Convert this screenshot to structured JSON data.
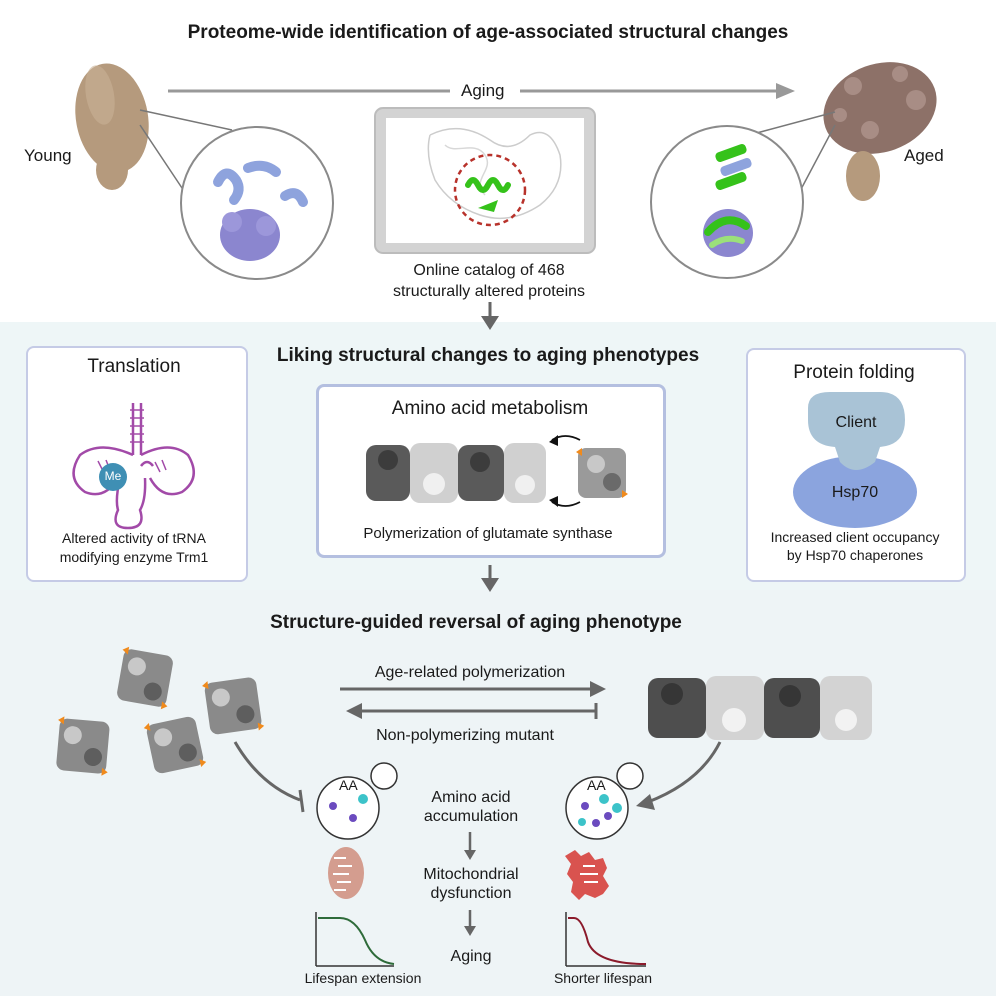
{
  "section1": {
    "title": "Proteome-wide identification of age-associated structural changes",
    "aging_label": "Aging",
    "young_label": "Young",
    "aged_label": "Aged",
    "catalog_line1": "Online catalog of 468",
    "catalog_line2": "structurally altered proteins"
  },
  "section2": {
    "title": "Liking structural changes to aging phenotypes",
    "translation": {
      "title": "Translation",
      "me_label": "Me",
      "caption_line1": "Altered activity of tRNA",
      "caption_line2": "modifying enzyme Trm1"
    },
    "metabolism": {
      "title": "Amino acid metabolism",
      "caption": "Polymerization of glutamate synthase"
    },
    "folding": {
      "title": "Protein folding",
      "client_label": "Client",
      "hsp_label": "Hsp70",
      "caption_line1": "Increased client occupancy",
      "caption_line2": "by Hsp70 chaperones"
    }
  },
  "section3": {
    "title": "Structure-guided reversal of aging phenotype",
    "forward_label": "Age-related polymerization",
    "reverse_label": "Non-polymerizing mutant",
    "aa_label_left": "AA",
    "aa_label_right": "AA",
    "center_steps": [
      "Amino acid",
      "accumulation",
      "Mitochondrial",
      "dysfunction",
      "Aging"
    ],
    "left_caption": "Lifespan extension",
    "right_caption": "Shorter lifespan"
  },
  "colors": {
    "yeast_young": "#b59a7d",
    "yeast_aged": "#8d7168",
    "protein_blue": "#8ea3dd",
    "protein_purple": "#8b86cf",
    "helix_green": "#35c21a",
    "section_bg": "#eef6f7",
    "box_border": "#c5cbe6",
    "arrow_gray": "#777777",
    "trna_purple": "#a24aa8",
    "me_blue": "#3f8fb4",
    "client_blue": "#a9c3d6",
    "hsp_blue": "#8ba4de",
    "aa_purple": "#6b4bbf",
    "aa_cyan": "#3cc3c9",
    "mito_healthy": "#d49d8f",
    "mito_damaged": "#d9534f",
    "curve_green": "#2e6b3a",
    "curve_red": "#8b1a2b"
  }
}
